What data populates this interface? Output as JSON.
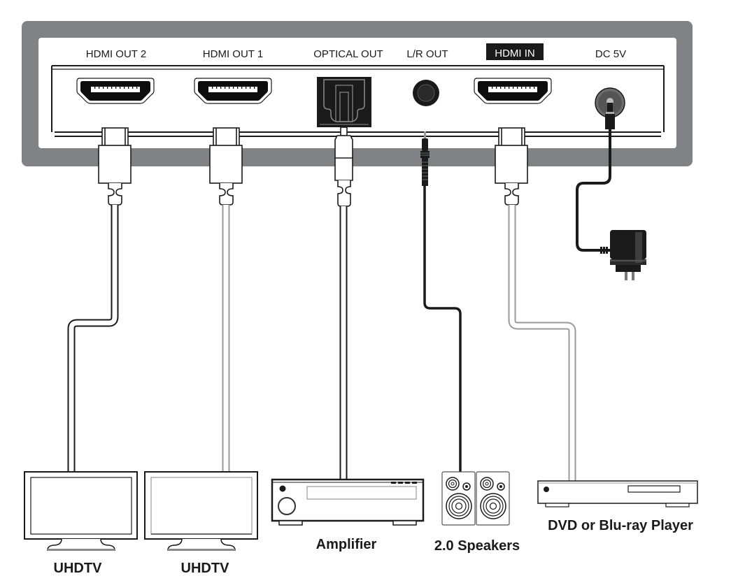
{
  "diagram": {
    "title": "HDMI splitter connection diagram",
    "ports": [
      {
        "id": "hdmi_out_2",
        "label": "HDMI OUT 2",
        "type": "hdmi",
        "highlighted": false
      },
      {
        "id": "hdmi_out_1",
        "label": "HDMI OUT 1",
        "type": "hdmi",
        "highlighted": false
      },
      {
        "id": "optical_out",
        "label": "OPTICAL OUT",
        "type": "optical",
        "highlighted": false
      },
      {
        "id": "lr_out",
        "label": "L/R OUT",
        "type": "3.5mm",
        "highlighted": false
      },
      {
        "id": "hdmi_in",
        "label": "HDMI IN",
        "type": "hdmi",
        "highlighted": true
      },
      {
        "id": "dc_5v",
        "label": "DC 5V",
        "type": "power",
        "highlighted": false
      }
    ],
    "devices": [
      {
        "id": "tv1",
        "label": "UHDTV",
        "connected_port": "HDMI OUT 2"
      },
      {
        "id": "tv2",
        "label": "UHDTV",
        "connected_port": "HDMI OUT 1"
      },
      {
        "id": "amp",
        "label": "Amplifier",
        "connected_port": "OPTICAL OUT"
      },
      {
        "id": "spk",
        "label": "2.0 Speakers",
        "connected_port": "L/R OUT"
      },
      {
        "id": "player",
        "label": "DVD or Blu-ray Player",
        "connected_port": "HDMI IN"
      },
      {
        "id": "adapter",
        "label": "",
        "connected_port": "DC 5V"
      }
    ],
    "colors": {
      "frame": "#808285",
      "panel": "#ffffff",
      "line": "#1a1a1a",
      "cable_gray": "#9a9a9a",
      "label_highlight_bg": "#1a1a1a"
    }
  }
}
